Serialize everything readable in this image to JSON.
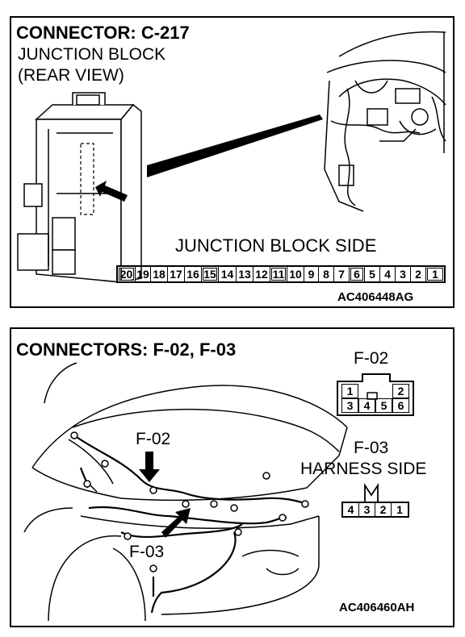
{
  "panel1": {
    "title": "CONNECTOR: C-217",
    "subtitle_line1": "JUNCTION BLOCK",
    "subtitle_line2": "(REAR VIEW)",
    "side_label": "JUNCTION BLOCK SIDE",
    "pins": [
      "20",
      "19",
      "18",
      "17",
      "16",
      "15",
      "14",
      "13",
      "12",
      "11",
      "10",
      "9",
      "8",
      "7",
      "6",
      "5",
      "4",
      "3",
      "2",
      "1"
    ],
    "code": "AC406448AG"
  },
  "panel2": {
    "title": "CONNECTORS: F-02, F-03",
    "f02_label": "F-02",
    "f03_label": "F-03",
    "harness_side": "HARNESS SIDE",
    "f02_top_pins": [
      "1",
      "",
      "",
      "2"
    ],
    "f02_bottom_pins": [
      "3",
      "4",
      "5",
      "6"
    ],
    "f03_pins": [
      "4",
      "3",
      "2",
      "1"
    ],
    "callout_f02": "F-02",
    "callout_f03": "F-03",
    "code": "AC406460AH"
  }
}
